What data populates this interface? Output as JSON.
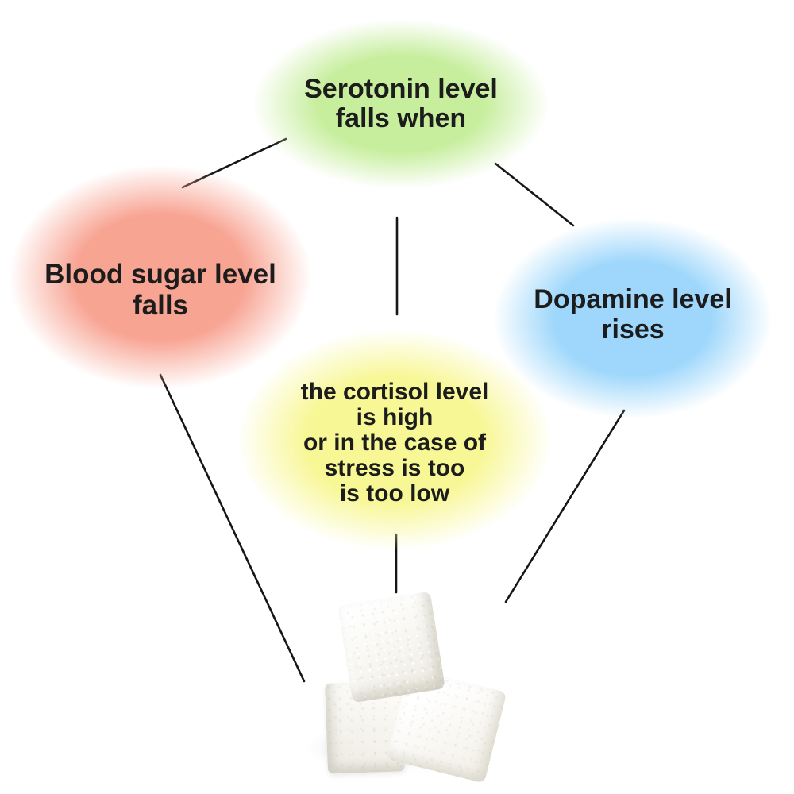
{
  "page": {
    "background": "#ffffff"
  },
  "diagram": {
    "text_color": "#1c1c1c",
    "connector_color": "#161616",
    "nodes": {
      "serotonin": {
        "label": "Serotonin level\nfalls when",
        "color": "#c7ee9d"
      },
      "blood_sugar": {
        "label": "Blood sugar level\nfalls",
        "color": "#f8a493"
      },
      "dopamine": {
        "label": "Dopamine level\nrises",
        "color": "#9ed7fb"
      },
      "cortisol": {
        "label": "the cortisol level\nis high\nor in the case of\nstress is too\nis too low",
        "color": "#f8f795"
      }
    },
    "connectors": [
      {
        "from": "serotonin",
        "to": "blood_sugar"
      },
      {
        "from": "serotonin",
        "to": "dopamine"
      },
      {
        "from": "serotonin",
        "to": "cortisol"
      },
      {
        "from": "blood_sugar",
        "to": "sugar_cubes"
      },
      {
        "from": "cortisol",
        "to": "sugar_cubes"
      },
      {
        "from": "dopamine",
        "to": "sugar_cubes"
      }
    ],
    "illustration": {
      "name": "sugar-cubes",
      "cube_count": 3
    }
  }
}
